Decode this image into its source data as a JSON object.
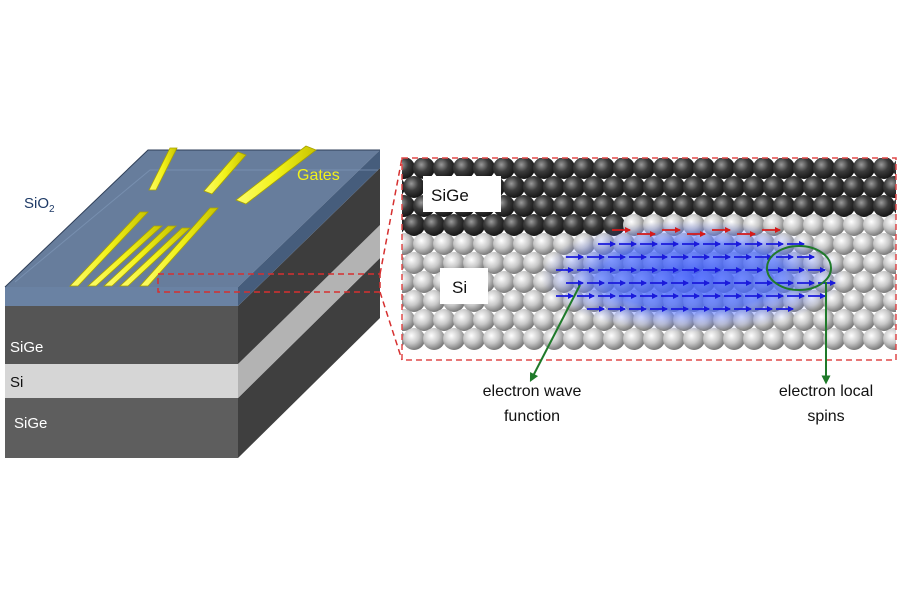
{
  "device": {
    "oxide_label": "SiO",
    "oxide_subscript": "2",
    "gates_label": "Gates",
    "layers": [
      "SiGe",
      "Si",
      "SiGe"
    ]
  },
  "inset": {
    "top_layer_label": "SiGe",
    "bottom_layer_label": "Si"
  },
  "annotations": {
    "wave_function_line1": "electron wave",
    "wave_function_line2": "function",
    "local_spins_line1": "electron local",
    "local_spins_line2": "spins"
  },
  "colors": {
    "oxide": "#5b7394",
    "gates": "#f2f21a",
    "sige_dark": "#5a5a5a",
    "si_light": "#d6d6d6",
    "spin_arrow_blue": "#1a1adb",
    "spin_arrow_red": "#d61a1a",
    "annotation_green": "#1f7a2a",
    "inset_border": "#e04848"
  }
}
